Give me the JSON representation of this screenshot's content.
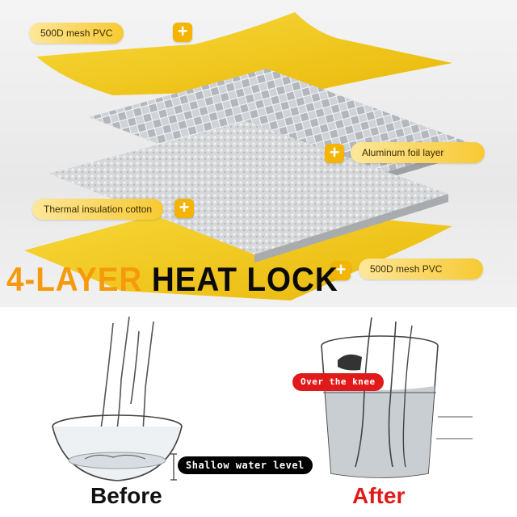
{
  "labels": {
    "mesh_top": "500D mesh PVC",
    "foil": "Aluminum foil layer",
    "cotton": "Thermal insulation cotton",
    "mesh_bottom": "500D mesh PVC"
  },
  "plus_symbol": "+",
  "headline": {
    "part1": "4-LAYER",
    "part2": "HEAT LOCK"
  },
  "comparison": {
    "before_tag": "Shallow water level",
    "after_tag": "Over the knee",
    "before_label": "Before",
    "after_label": "After"
  },
  "colors": {
    "yellow": "#f7cf1d",
    "accent_orange": "#f59a0c",
    "after_red": "#e01a1a"
  }
}
